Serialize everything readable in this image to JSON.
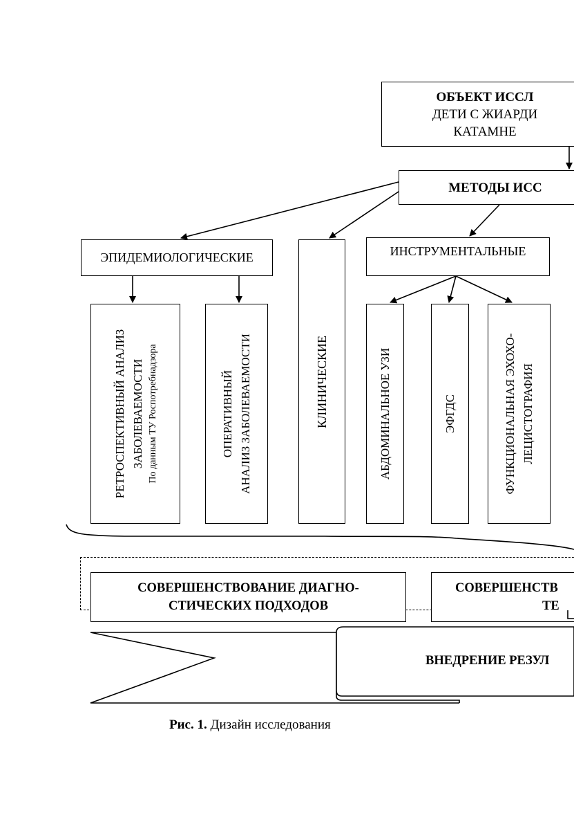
{
  "object_box": {
    "title": "ОБЪЕКТ ИССЛ",
    "line2": "ДЕТИ С ЖИАРДИ",
    "line3": "КАТАМНЕ"
  },
  "methods_box": {
    "title": "МЕТОДЫ ИСС"
  },
  "epidemiological": {
    "label": "ЭПИДЕМИОЛОГИЧЕСКИЕ",
    "retrospective": {
      "line1": "РЕТРОСПЕКТИВНЫЙ АНАЛИЗ",
      "line2": "ЗАБОЛЕВАЕМОСТИ",
      "line3": "По данным ТУ Роспотребнадзора"
    },
    "operative": {
      "line1": "ОПЕРАТИВНЫЙ",
      "line2": "АНАЛИЗ ЗАБОЛЕВАЕМОСТИ"
    }
  },
  "clinical": {
    "label": "КЛИНИЧЕСКИЕ"
  },
  "instrumental": {
    "label": "ИНСТРУМЕНТАЛЬНЫЕ",
    "ultrasound": {
      "label": "АБДОМИНАЛЬНОЕ УЗИ"
    },
    "efgds": {
      "label": "ЭФГДС"
    },
    "echo": {
      "line1": "ФУНКЦИОНАЛЬНАЯ ЭХОХО-",
      "line2": "ЛЕЦИСТОГРАФИЯ"
    }
  },
  "outcomes": {
    "diagnostic": {
      "line1": "СОВЕРШЕНСТВОВАНИЕ ДИАГНО-",
      "line2": "СТИЧЕСКИХ ПОДХОДОВ"
    },
    "therapeutic": {
      "line1": "СОВЕРШЕНСТВ",
      "line2": "ТЕ"
    }
  },
  "implementation": {
    "label": "ВНЕДРЕНИЕ РЕЗУЛ"
  },
  "caption": {
    "prefix": "Рис. 1.",
    "text": "Дизайн исследования"
  }
}
